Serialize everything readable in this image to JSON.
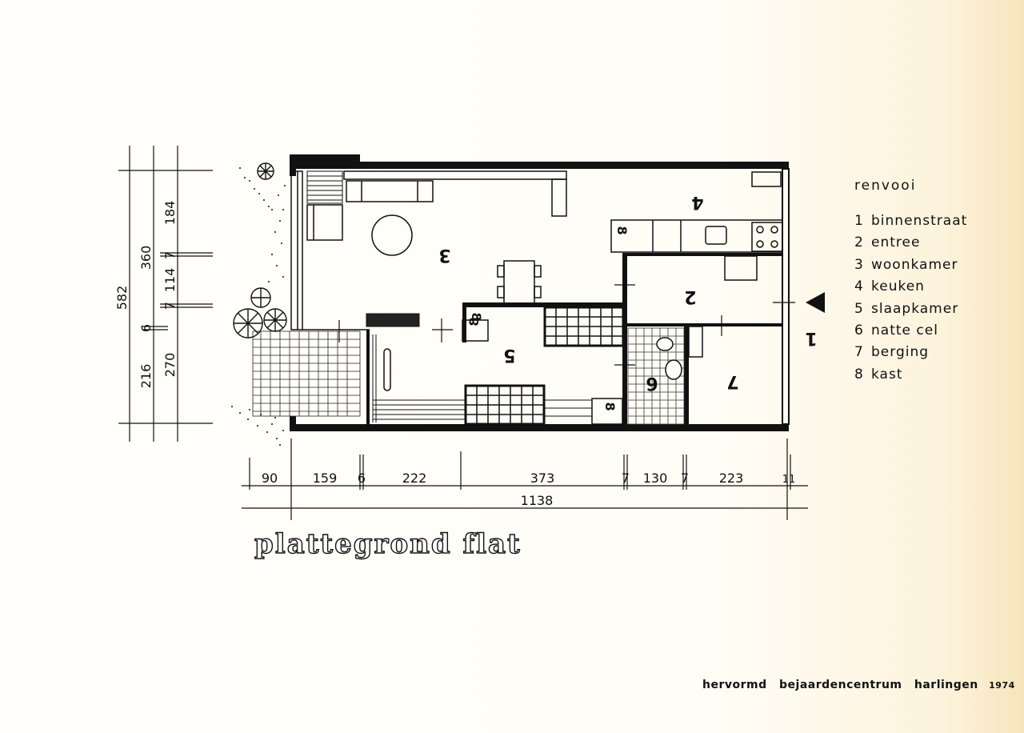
{
  "legend": {
    "title": "renvooi",
    "items": [
      {
        "num": "1",
        "label": "binnenstraat"
      },
      {
        "num": "2",
        "label": "entree"
      },
      {
        "num": "3",
        "label": "woonkamer"
      },
      {
        "num": "4",
        "label": "keuken"
      },
      {
        "num": "5",
        "label": "slaapkamer"
      },
      {
        "num": "6",
        "label": "natte cel"
      },
      {
        "num": "7",
        "label": "berging"
      },
      {
        "num": "8",
        "label": "kast"
      }
    ]
  },
  "plan_title": "plattegrond flat",
  "footer": {
    "organisation": "hervormd",
    "building": "bejaardencentrum",
    "place": "harlingen",
    "year": "1974"
  },
  "dimensions": {
    "horizontal": [
      "90",
      "159",
      "6",
      "222",
      "373",
      "7",
      "130",
      "7",
      "223",
      "11"
    ],
    "horizontal_total": "1138",
    "vertical_right": [
      "184",
      "7",
      "114",
      "7",
      "270"
    ],
    "vertical_middle": [
      "360",
      "6",
      "216"
    ],
    "vertical_total": "582"
  },
  "room_labels": {
    "woonkamer": "3",
    "keuken": "4",
    "slaapkamer": "5",
    "entree": "2",
    "natte_cel": "6",
    "berging": "7",
    "binnenstraat": "1",
    "kast_a": "8",
    "kast_b": "8",
    "kast_c": "8",
    "kast_d": "8"
  }
}
